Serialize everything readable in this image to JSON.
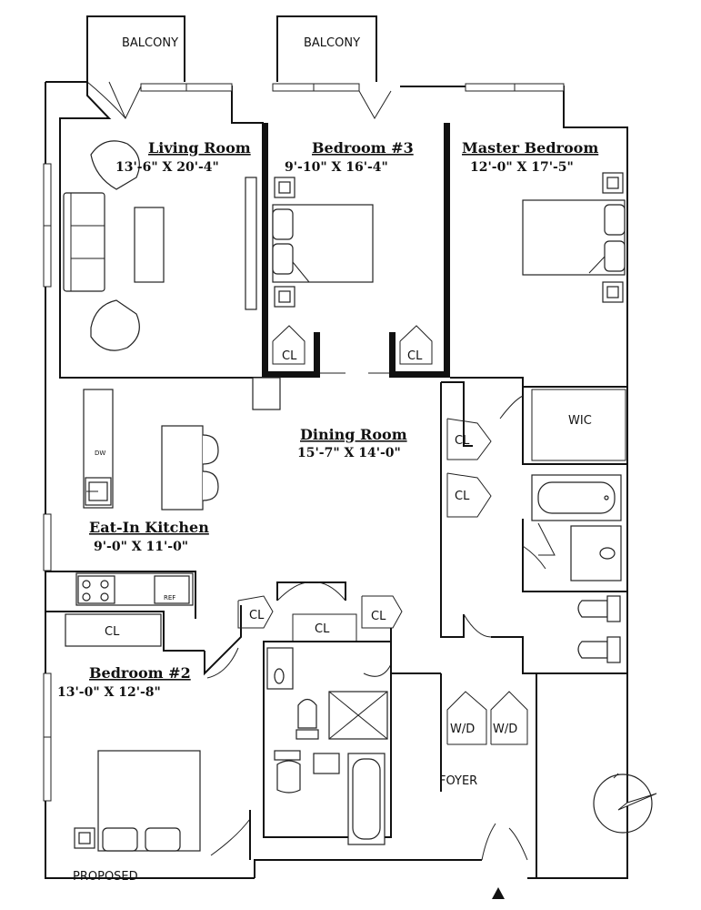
{
  "rooms": {
    "living_room": {
      "name": "Living Room",
      "dims": "13'-6\" X 20'-4\""
    },
    "bedroom3": {
      "name": "Bedroom #3",
      "dims": "9'-10\" X 16'-4\""
    },
    "master_bedroom": {
      "name": "Master Bedroom",
      "dims": "12'-0\" X 17'-5\""
    },
    "dining_room": {
      "name": "Dining Room",
      "dims": "15'-7\" X 14'-0\""
    },
    "kitchen": {
      "name": "Eat-In Kitchen",
      "dims": "9'-0\" X 11'-0\""
    },
    "bedroom2": {
      "name": "Bedroom #2",
      "dims": "13'-0\" X 12'-8\""
    }
  },
  "labels": {
    "balcony": "BALCONY",
    "closet": "CL",
    "walk_in_closet": "WIC",
    "washer_dryer": "W/D",
    "foyer": "FOYER",
    "dishwasher": "DW",
    "refrigerator": "REF",
    "proposed": "PROPOSED"
  }
}
